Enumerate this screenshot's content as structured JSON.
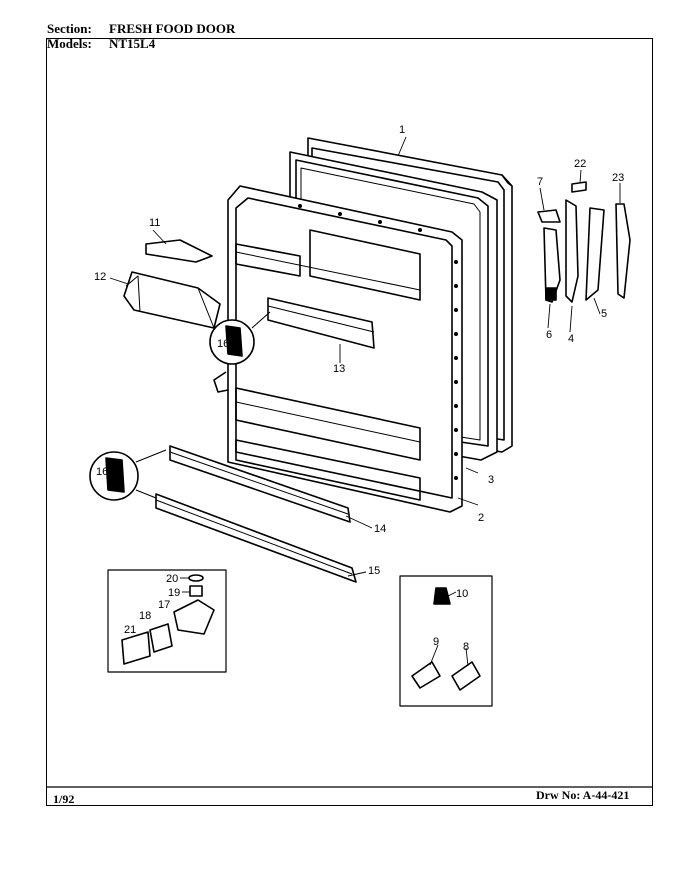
{
  "header": {
    "section_label": "Section:",
    "section_value": "FRESH FOOD DOOR",
    "models_label": "Models:",
    "models_value": "NT15L4"
  },
  "footer": {
    "date": "1/92",
    "drawing_no": "Drw No: A-44-421"
  },
  "callouts": {
    "p1": "1",
    "p2": "2",
    "p3": "3",
    "p4": "4",
    "p5": "5",
    "p6": "6",
    "p7": "7",
    "p8": "8",
    "p9": "9",
    "p10": "10",
    "p11": "11",
    "p12": "12",
    "p13": "13",
    "p14": "14",
    "p15": "15",
    "p16a": "16",
    "p16b": "16",
    "p17": "17",
    "p18": "18",
    "p19": "19",
    "p20": "20",
    "p21": "21",
    "p22": "22",
    "p23": "23"
  }
}
